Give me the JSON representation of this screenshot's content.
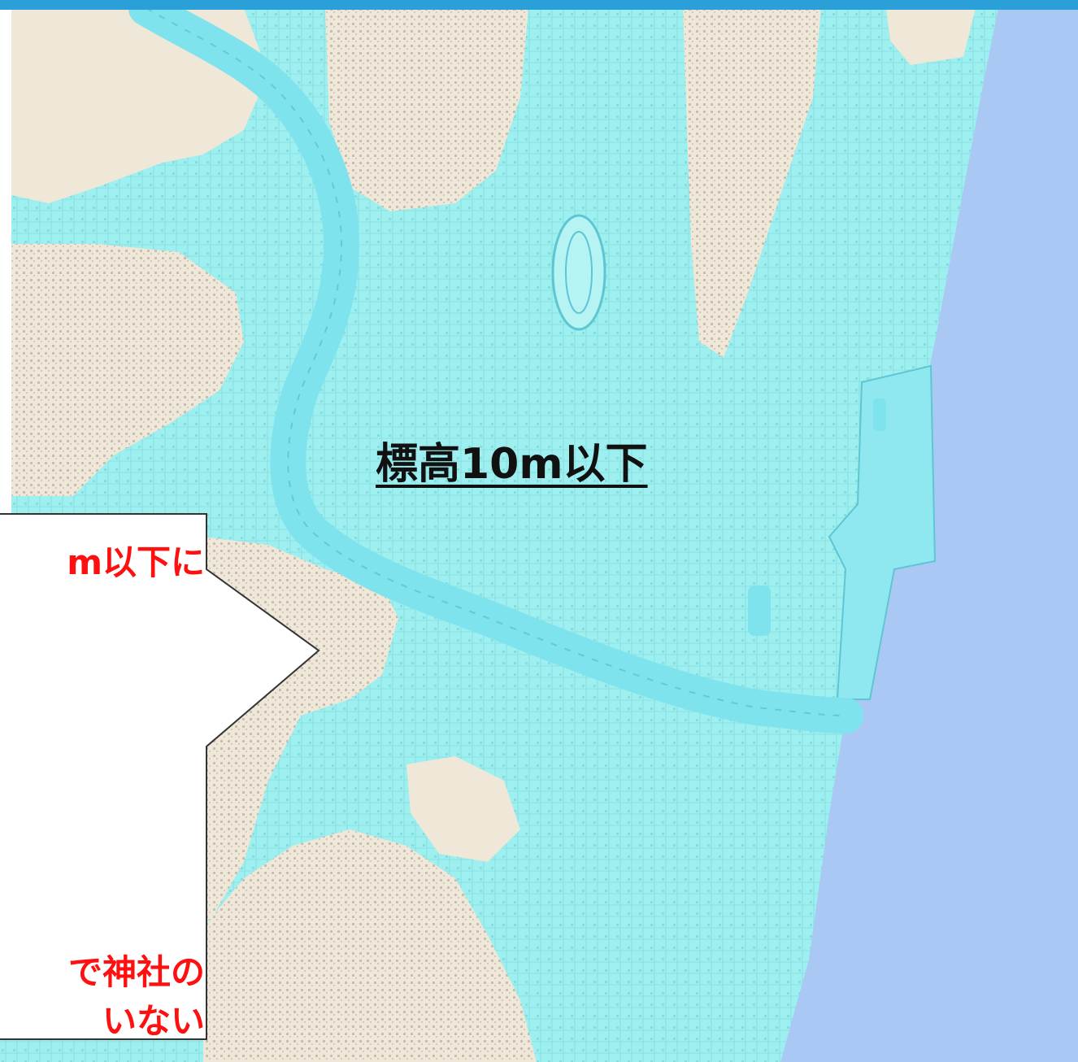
{
  "map": {
    "main_label": "標高10m以下",
    "callout": {
      "line1": "m以下に",
      "line2": "で神社の",
      "line3": "いない"
    },
    "colors": {
      "lowland": "#9deff0",
      "river": "#7fe3ee",
      "highland": "#efe7d7",
      "sea": "#a9c9f4",
      "header": "#2b9fd8",
      "callout_text": "#ff1010"
    }
  }
}
